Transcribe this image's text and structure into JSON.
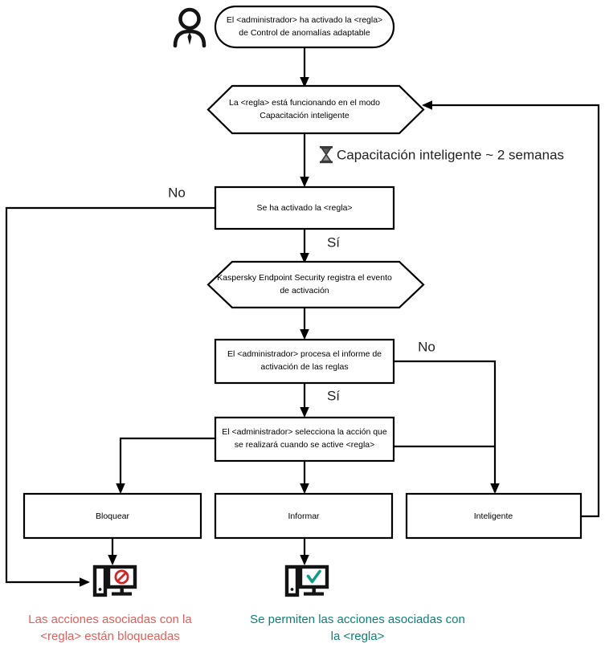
{
  "diagram": {
    "title": "Adaptive Anomaly Control rule flowchart",
    "colors": {
      "line": "#000000",
      "shape_fill": "#ffffff",
      "blocked_text": "#e0605a",
      "allowed_text": "#0d8077",
      "block_icon": "#d42424",
      "check_icon": "#0d9e86",
      "icon_dark": "#141414"
    },
    "icons": {
      "administrator": "person-icon",
      "timer": "hourglass-icon",
      "blocked_computer": "computer-blocked-icon",
      "allowed_computer": "computer-allowed-icon"
    },
    "nodes": {
      "start": {
        "shape": "rounded",
        "lines": [
          "El <administrador> ha activado la <regla>",
          "de Control de anomalías adaptable"
        ]
      },
      "smart_training_mode": {
        "shape": "hexagon",
        "lines": [
          "La <regla> está funcionando en el modo",
          "Capacitación inteligente"
        ]
      },
      "rule_triggered": {
        "shape": "rect",
        "lines": [
          "Se ha activado la <regla>"
        ]
      },
      "event_logged": {
        "shape": "hexagon",
        "lines": [
          "Kaspersky Endpoint Security registra el evento",
          "de activación"
        ]
      },
      "admin_processes_report": {
        "shape": "rect",
        "lines": [
          "El <administrador> procesa el informe de",
          "activación de las reglas"
        ]
      },
      "admin_selects_action": {
        "shape": "rect",
        "lines": [
          "El <administrador> selecciona la acción que",
          "se realizará cuando se active <regla>"
        ]
      },
      "action_block": {
        "shape": "rect",
        "lines": [
          "Bloquear"
        ]
      },
      "action_inform": {
        "shape": "rect",
        "lines": [
          "Informar"
        ]
      },
      "action_smart": {
        "shape": "rect",
        "lines": [
          "Inteligente"
        ]
      }
    },
    "edge_labels": {
      "training_duration": "Capacitación inteligente ~ 2 semanas",
      "rule_triggered_no": "No",
      "rule_triggered_yes": "Sí",
      "report_no": "No",
      "report_yes": "Sí"
    },
    "outcomes": {
      "blocked": {
        "lines": [
          "Las acciones asociadas con la",
          "<regla> están bloqueadas"
        ],
        "color": "#e0605a"
      },
      "allowed": {
        "lines": [
          "Se permiten las acciones asociadas con",
          "la <regla>"
        ],
        "color": "#0d8077"
      }
    }
  }
}
